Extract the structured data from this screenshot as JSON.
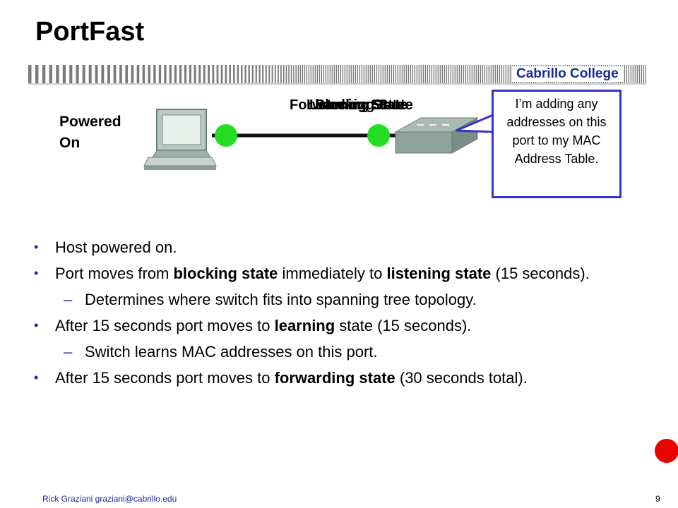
{
  "slide": {
    "title": "PortFast",
    "college": "Cabrillo College",
    "powered_label_line1": "Powered",
    "powered_label_line2": "On",
    "state_labels": [
      "Forwarding State",
      "Listening State",
      "Learning State",
      "Blocking State"
    ],
    "callout_text": "I’m adding any addresses on this port to my MAC Address Table.",
    "bullets": [
      {
        "type": "bullet",
        "parts": [
          {
            "t": "Host powered on.",
            "b": false
          }
        ]
      },
      {
        "type": "bullet",
        "parts": [
          {
            "t": "Port moves from ",
            "b": false
          },
          {
            "t": "blocking state",
            "b": true
          },
          {
            "t": " immediately to ",
            "b": false
          },
          {
            "t": "listening state",
            "b": true
          },
          {
            "t": " (15 seconds).",
            "b": false
          }
        ]
      },
      {
        "type": "sub",
        "parts": [
          {
            "t": "Determines where switch fits into spanning tree topology.",
            "b": false
          }
        ]
      },
      {
        "type": "bullet",
        "parts": [
          {
            "t": "After 15 seconds port moves to ",
            "b": false
          },
          {
            "t": "learning",
            "b": true
          },
          {
            "t": " state (15 seconds).",
            "b": false
          }
        ]
      },
      {
        "type": "sub",
        "parts": [
          {
            "t": "Switch learns MAC addresses on this port.",
            "b": false
          }
        ]
      },
      {
        "type": "bullet",
        "parts": [
          {
            "t": "After 15 seconds port moves to ",
            "b": false
          },
          {
            "t": "forwarding state",
            "b": true
          },
          {
            "t": " (30 seconds total).",
            "b": false
          }
        ]
      }
    ],
    "footer": "Rick Graziani  graziani@cabrillo.edu",
    "page_number": "9",
    "colors": {
      "accent": "#1a2a9a",
      "link_dot": "#22dd22",
      "record": "#ee0000",
      "callout_border": "#3333cc"
    }
  }
}
